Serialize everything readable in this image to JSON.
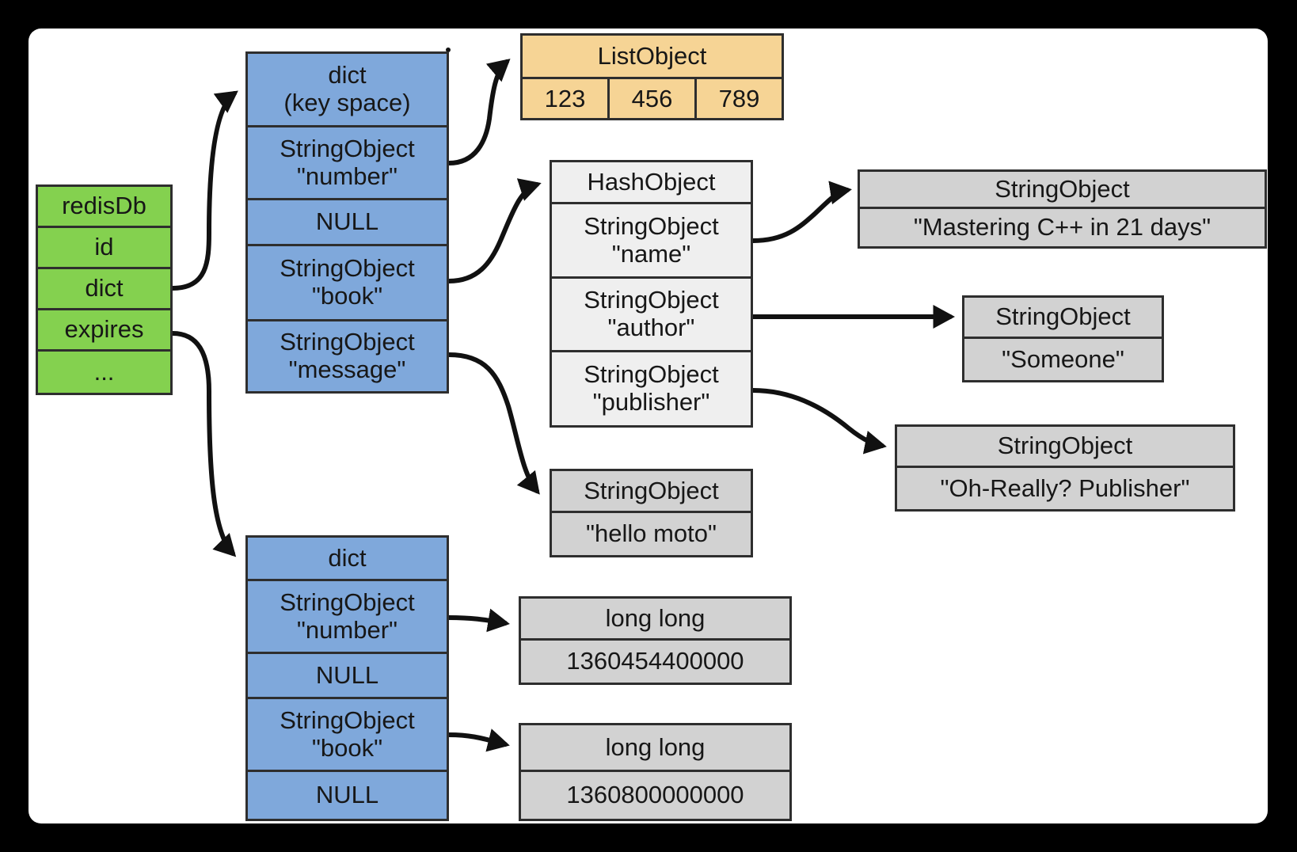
{
  "diagram_title": "redisDb key space and expires dictionaries",
  "colors": {
    "frame": "#000000",
    "canvas": "#ffffff",
    "green_struct": "#84d14f",
    "blue_dict": "#7fa8db",
    "orange_list": "#f6d495",
    "hash_light_gray": "#efefef",
    "string_gray": "#d2d2d2",
    "border": "#2e2e2e",
    "arrow": "#111111"
  },
  "boxes": {
    "redisdb": {
      "rows": [
        "redisDb",
        "id",
        "dict",
        "expires",
        "..."
      ]
    },
    "keyspace": {
      "rows": [
        "dict\n(key space)",
        "StringObject\n\"number\"",
        "NULL",
        "StringObject\n\"book\"",
        "StringObject\n\"message\""
      ]
    },
    "listobject": {
      "title": "ListObject",
      "cells": [
        "123",
        "456",
        "789"
      ]
    },
    "hashobject": {
      "rows": [
        "HashObject",
        "StringObject\n\"name\"",
        "StringObject\n\"author\"",
        "StringObject\n\"publisher\""
      ]
    },
    "mastering": {
      "type": "StringObject",
      "value": "\"Mastering C++ in 21 days\""
    },
    "someone": {
      "type": "StringObject",
      "value": "\"Someone\""
    },
    "ohreally": {
      "type": "StringObject",
      "value": "\"Oh-Really? Publisher\""
    },
    "hellomoto": {
      "type": "StringObject",
      "value": "\"hello moto\""
    },
    "expiresdict": {
      "rows": [
        "dict",
        "StringObject\n\"number\"",
        "NULL",
        "StringObject\n\"book\"",
        "NULL"
      ]
    },
    "longlong1": {
      "type": "long long",
      "value": "1360454400000"
    },
    "longlong2": {
      "type": "long long",
      "value": "1360800000000"
    }
  }
}
